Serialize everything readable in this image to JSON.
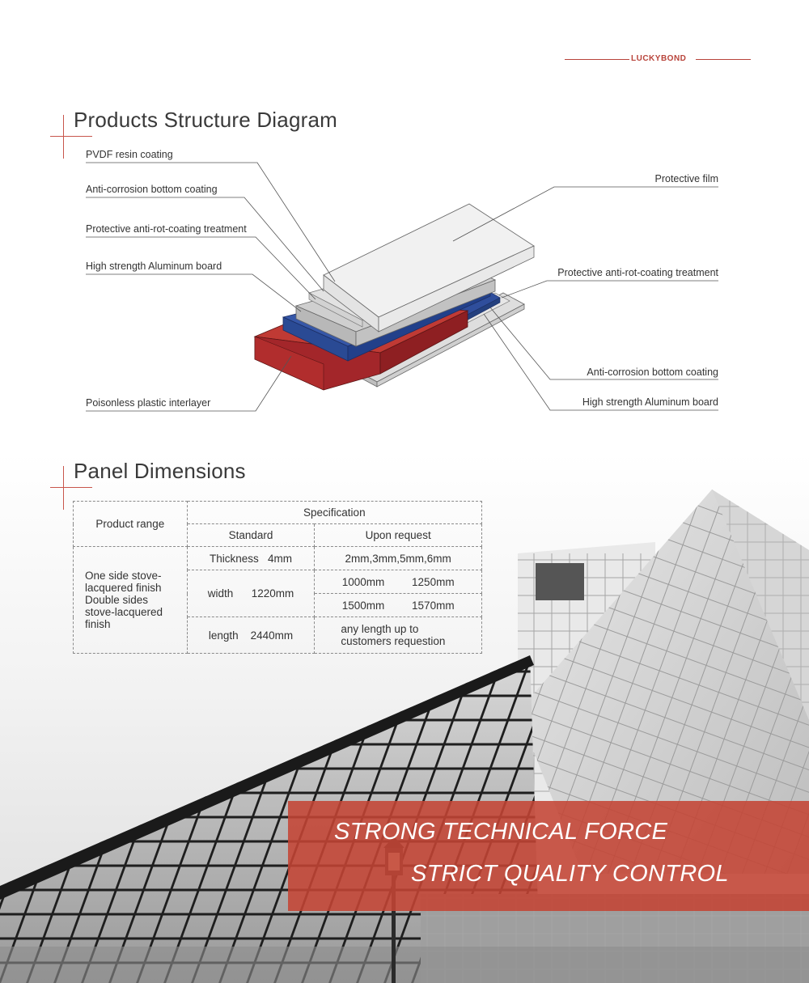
{
  "brand": {
    "name": "LUCKYBOND",
    "accent": "#b8433a"
  },
  "structure": {
    "title": "Products Structure Diagram",
    "left_labels": [
      "PVDF resin coating",
      "Anti-corrosion bottom coating",
      "Protective anti-rot-coating treatment",
      "High strength Aluminum board",
      "Poisonless plastic interlayer"
    ],
    "right_labels": [
      "Protective film",
      "Protective anti-rot-coating treatment",
      "Anti-corrosion bottom coating",
      "High strength Aluminum board"
    ]
  },
  "dimensions": {
    "title": "Panel Dimensions",
    "headers": {
      "product_range": "Product range",
      "specification": "Specification",
      "standard": "Standard",
      "upon_request": "Upon request"
    },
    "product_range_lines": [
      "One side stove-",
      "lacquered finish",
      "Double sides",
      "stove-lacquered",
      "finish"
    ],
    "rows": {
      "thickness": {
        "standard": "Thickness   4mm",
        "request": "2mm,3mm,5mm,6mm"
      },
      "width": {
        "standard": "width      1220mm",
        "request_1": "1000mm         1250mm",
        "request_2": "1500mm         1570mm"
      },
      "length": {
        "standard": "length    2440mm",
        "request_line1": "any length up to",
        "request_line2": "customers requestion"
      }
    }
  },
  "slogans": {
    "line1": "STRONG TECHNICAL FORCE",
    "line2": "STRICT QUALITY CONTROL"
  },
  "colors": {
    "film": "#f1f1f1",
    "coating_gray": "#cfcfcf",
    "aluminum_blue": "#2f4e9c",
    "interlayer_red": "#a3262a",
    "banner_red": "#c44434"
  }
}
